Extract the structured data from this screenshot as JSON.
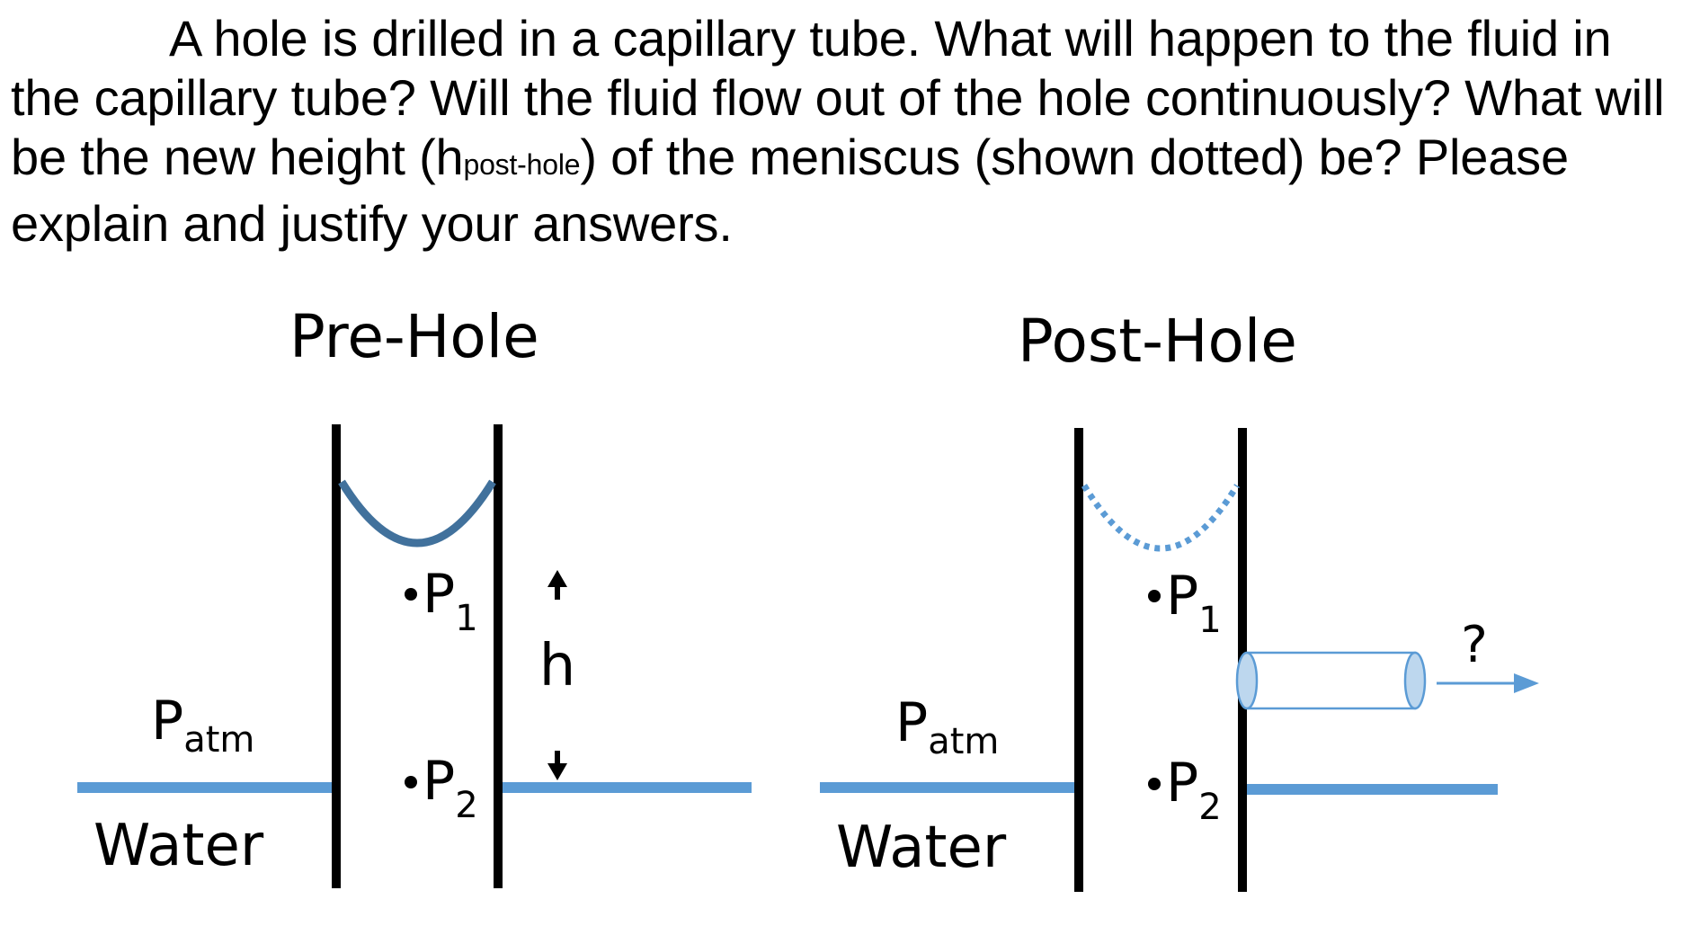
{
  "question": {
    "part1": "A hole is drilled in a capillary tube. What will happen to the fluid in the capillary tube? Will the fluid flow out of the hole continuously? What will be the new height (h",
    "subscript": "post-hole",
    "part2": ") of the meniscus (shown dotted) be? Please explain and justify your answers."
  },
  "pre_hole": {
    "title": "Pre-Hole",
    "p_atm_base": "P",
    "p_atm_sub": "atm",
    "water": "Water",
    "p1_base": "P",
    "p1_sub": "1",
    "p2_base": "P",
    "p2_sub": "2",
    "height_label": "h"
  },
  "post_hole": {
    "title": "Post-Hole",
    "p_atm_base": "P",
    "p_atm_sub": "atm",
    "water": "Water",
    "p1_base": "P",
    "p1_sub": "1",
    "p2_base": "P",
    "p2_sub": "2",
    "flow_question": "?"
  },
  "colors": {
    "water_line": "#5b9bd5",
    "meniscus": "#41719c",
    "tube_wall": "#000000",
    "pipe_stroke": "#5b9bd5",
    "pipe_end_fill": "#bdd7ee"
  }
}
